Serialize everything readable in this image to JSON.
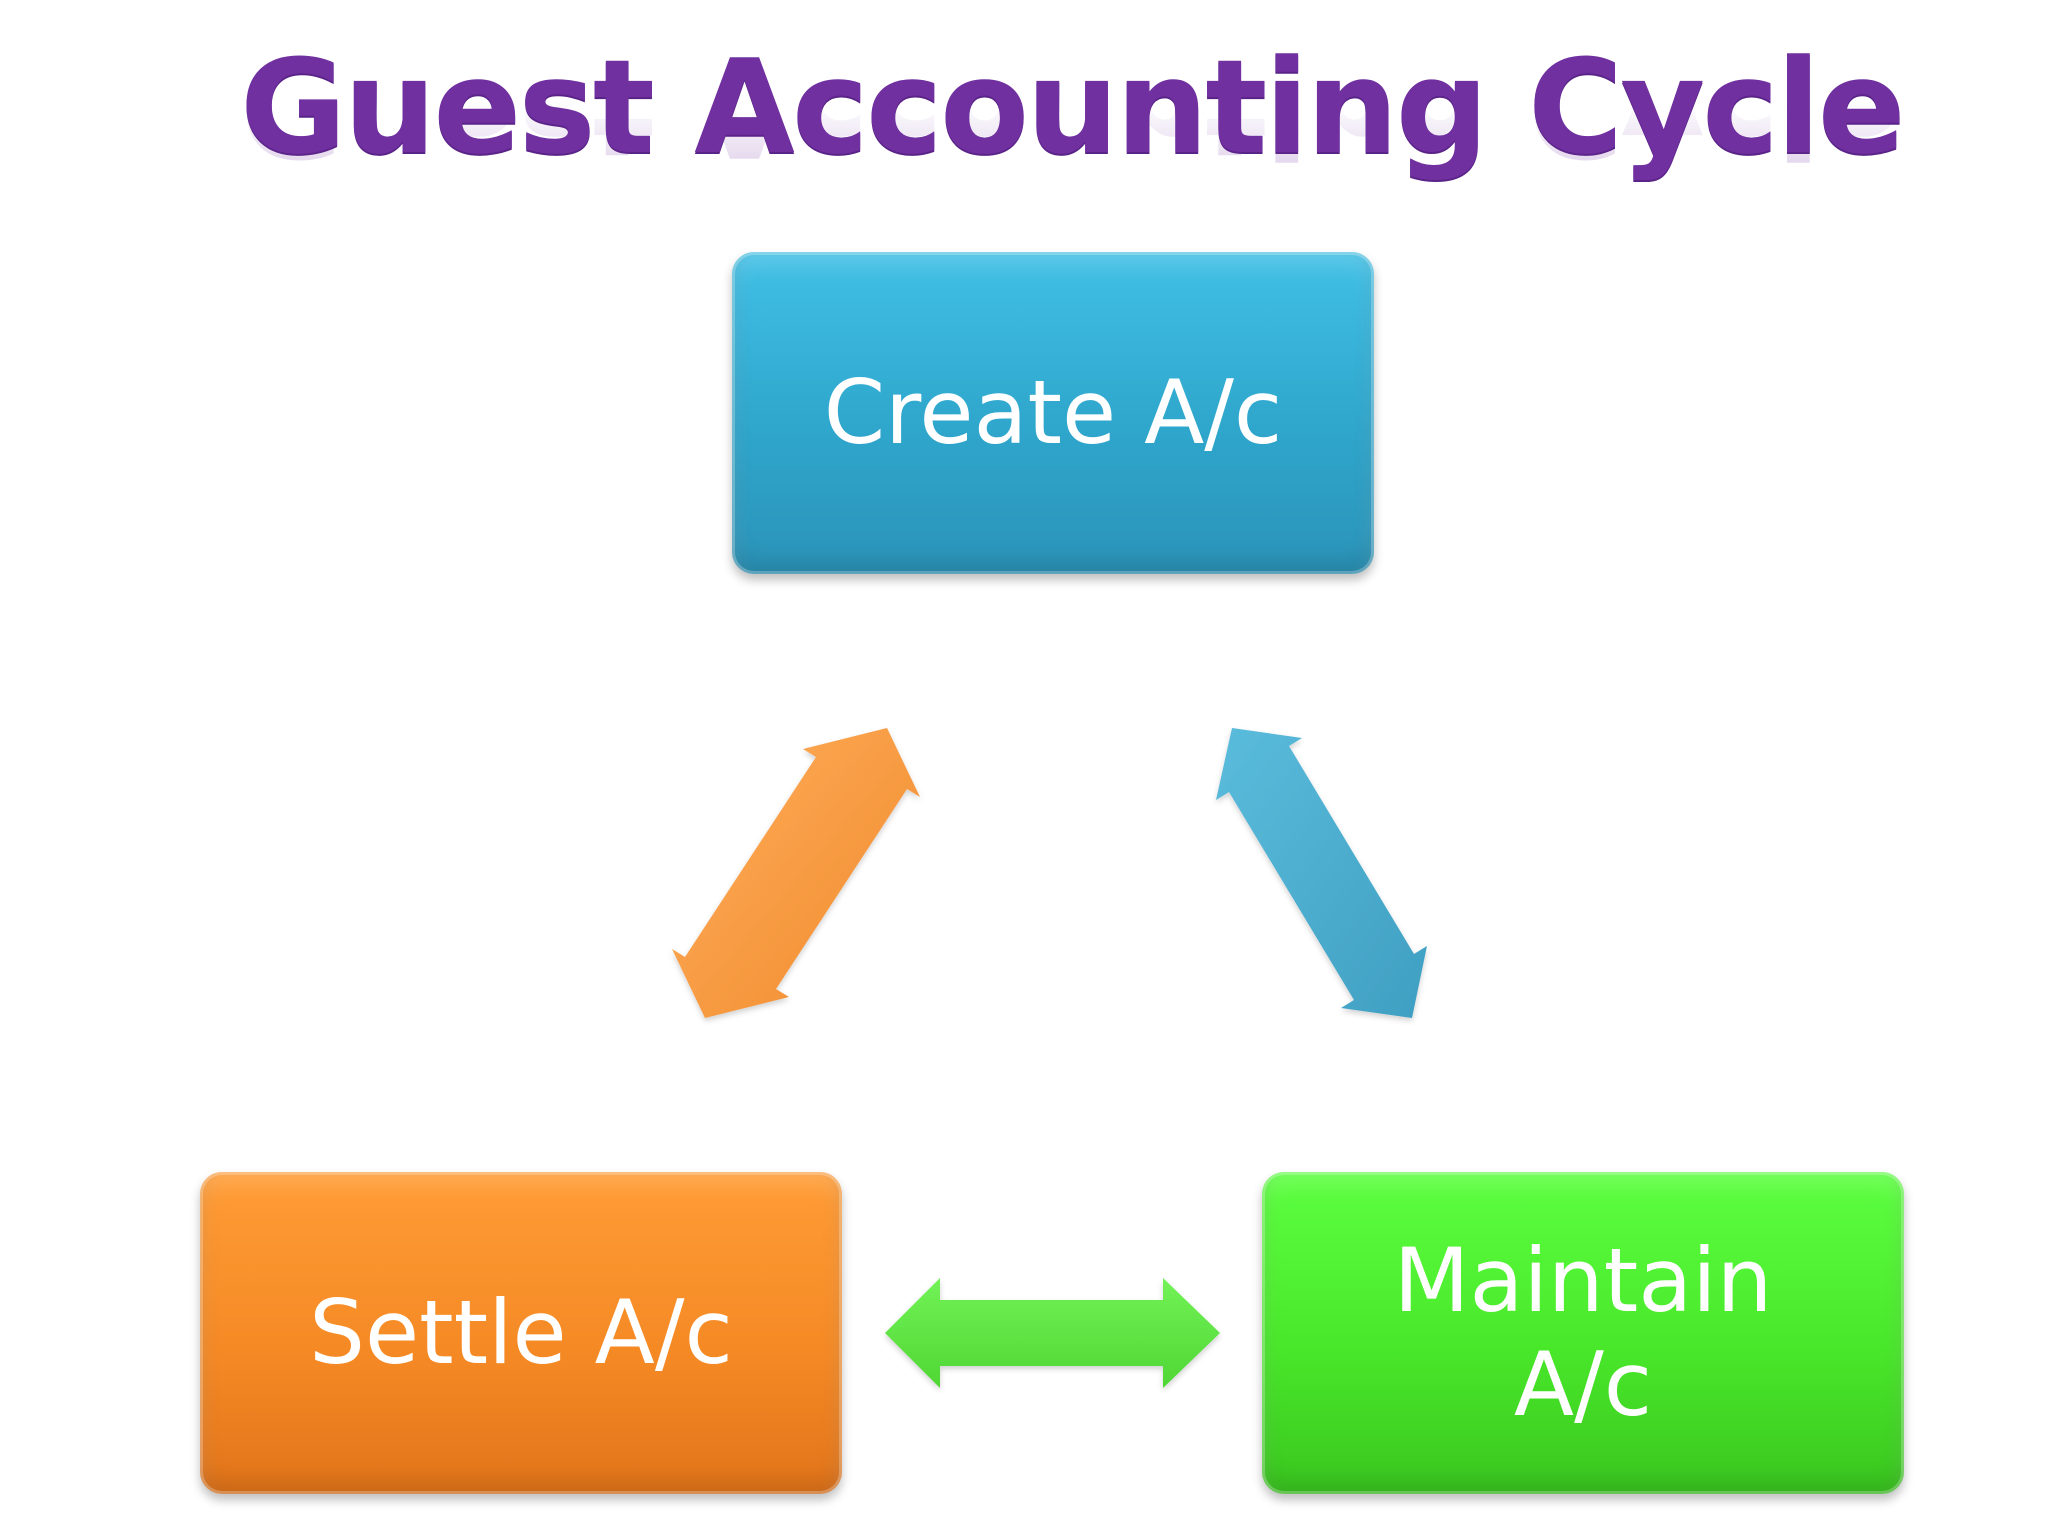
{
  "title": "Guest Accounting Cycle",
  "nodes": {
    "create": "Create A/c",
    "maintain": "Maintain A/c",
    "settle": "Settle A/c"
  },
  "edges": [
    {
      "from": "Create A/c",
      "to": "Maintain A/c",
      "direction": "bidirectional",
      "color": "#4aafd0"
    },
    {
      "from": "Maintain A/c",
      "to": "Settle A/c",
      "direction": "bidirectional",
      "color": "#5ee648"
    },
    {
      "from": "Settle A/c",
      "to": "Create A/c",
      "direction": "bidirectional",
      "color": "#f79a43"
    }
  ],
  "colors": {
    "title": "#7030a0",
    "create": "#3bb3da",
    "maintain": "#4ee132",
    "settle": "#f78c28"
  }
}
